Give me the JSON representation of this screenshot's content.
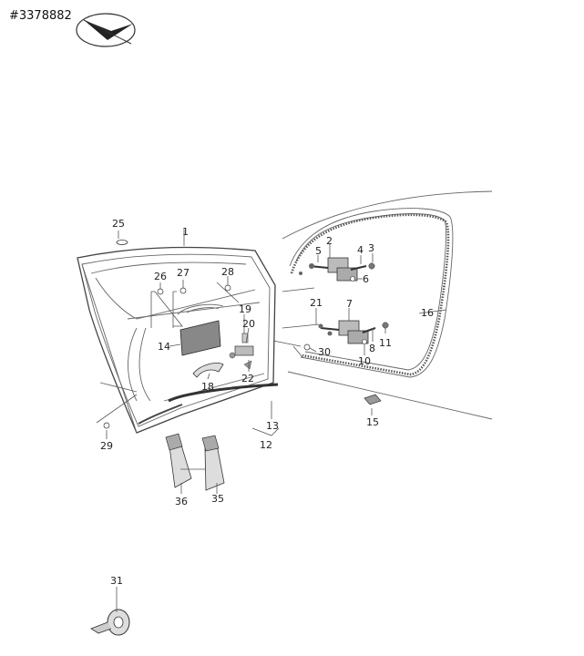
{
  "diagram": {
    "reference_number": "#3378882",
    "logo_icon": "hand-pointer-logo-icon",
    "part_labels": [
      "1",
      "2",
      "3",
      "4",
      "5",
      "6",
      "7",
      "8",
      "10",
      "11",
      "12",
      "13",
      "14",
      "15",
      "16",
      "18",
      "19",
      "20",
      "21",
      "22",
      "25",
      "26",
      "27",
      "28",
      "29",
      "30",
      "31",
      "35",
      "36"
    ],
    "colors": {
      "line": "#555555",
      "text": "#222222",
      "background": "#ffffff"
    }
  }
}
